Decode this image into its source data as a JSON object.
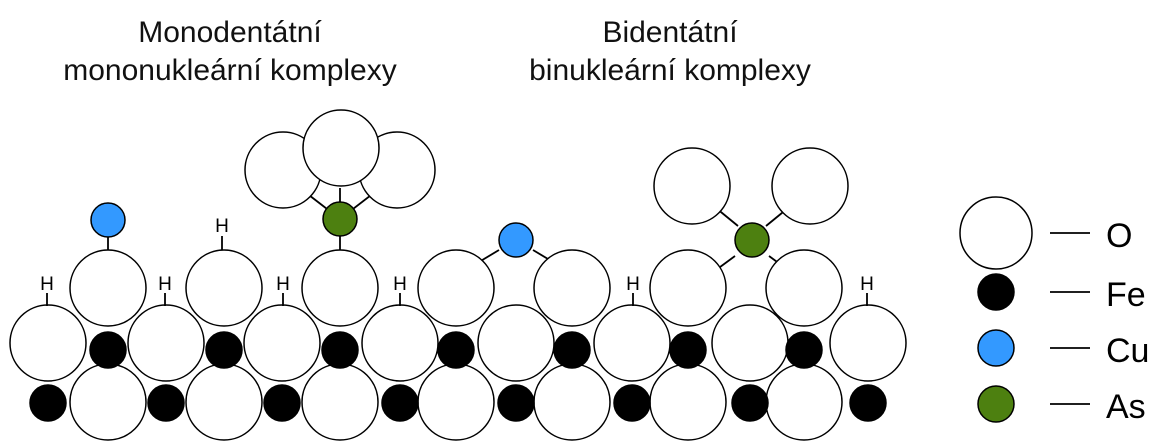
{
  "titles": {
    "monodentate_line1": "Monodentátní",
    "monodentate_line2": "mononukleární komplexy",
    "bidentate_line1": "Bidentátní",
    "bidentate_line2": "binukleární komplexy"
  },
  "atom_label": "H",
  "legend": [
    {
      "key": "oxygen",
      "label": "O",
      "color": "#ffffff"
    },
    {
      "key": "iron",
      "label": "Fe",
      "color": "#000000"
    },
    {
      "key": "copper",
      "label": "Cu",
      "color": "#3399ff"
    },
    {
      "key": "arsenic",
      "label": "As",
      "color": "#4d8010"
    }
  ]
}
